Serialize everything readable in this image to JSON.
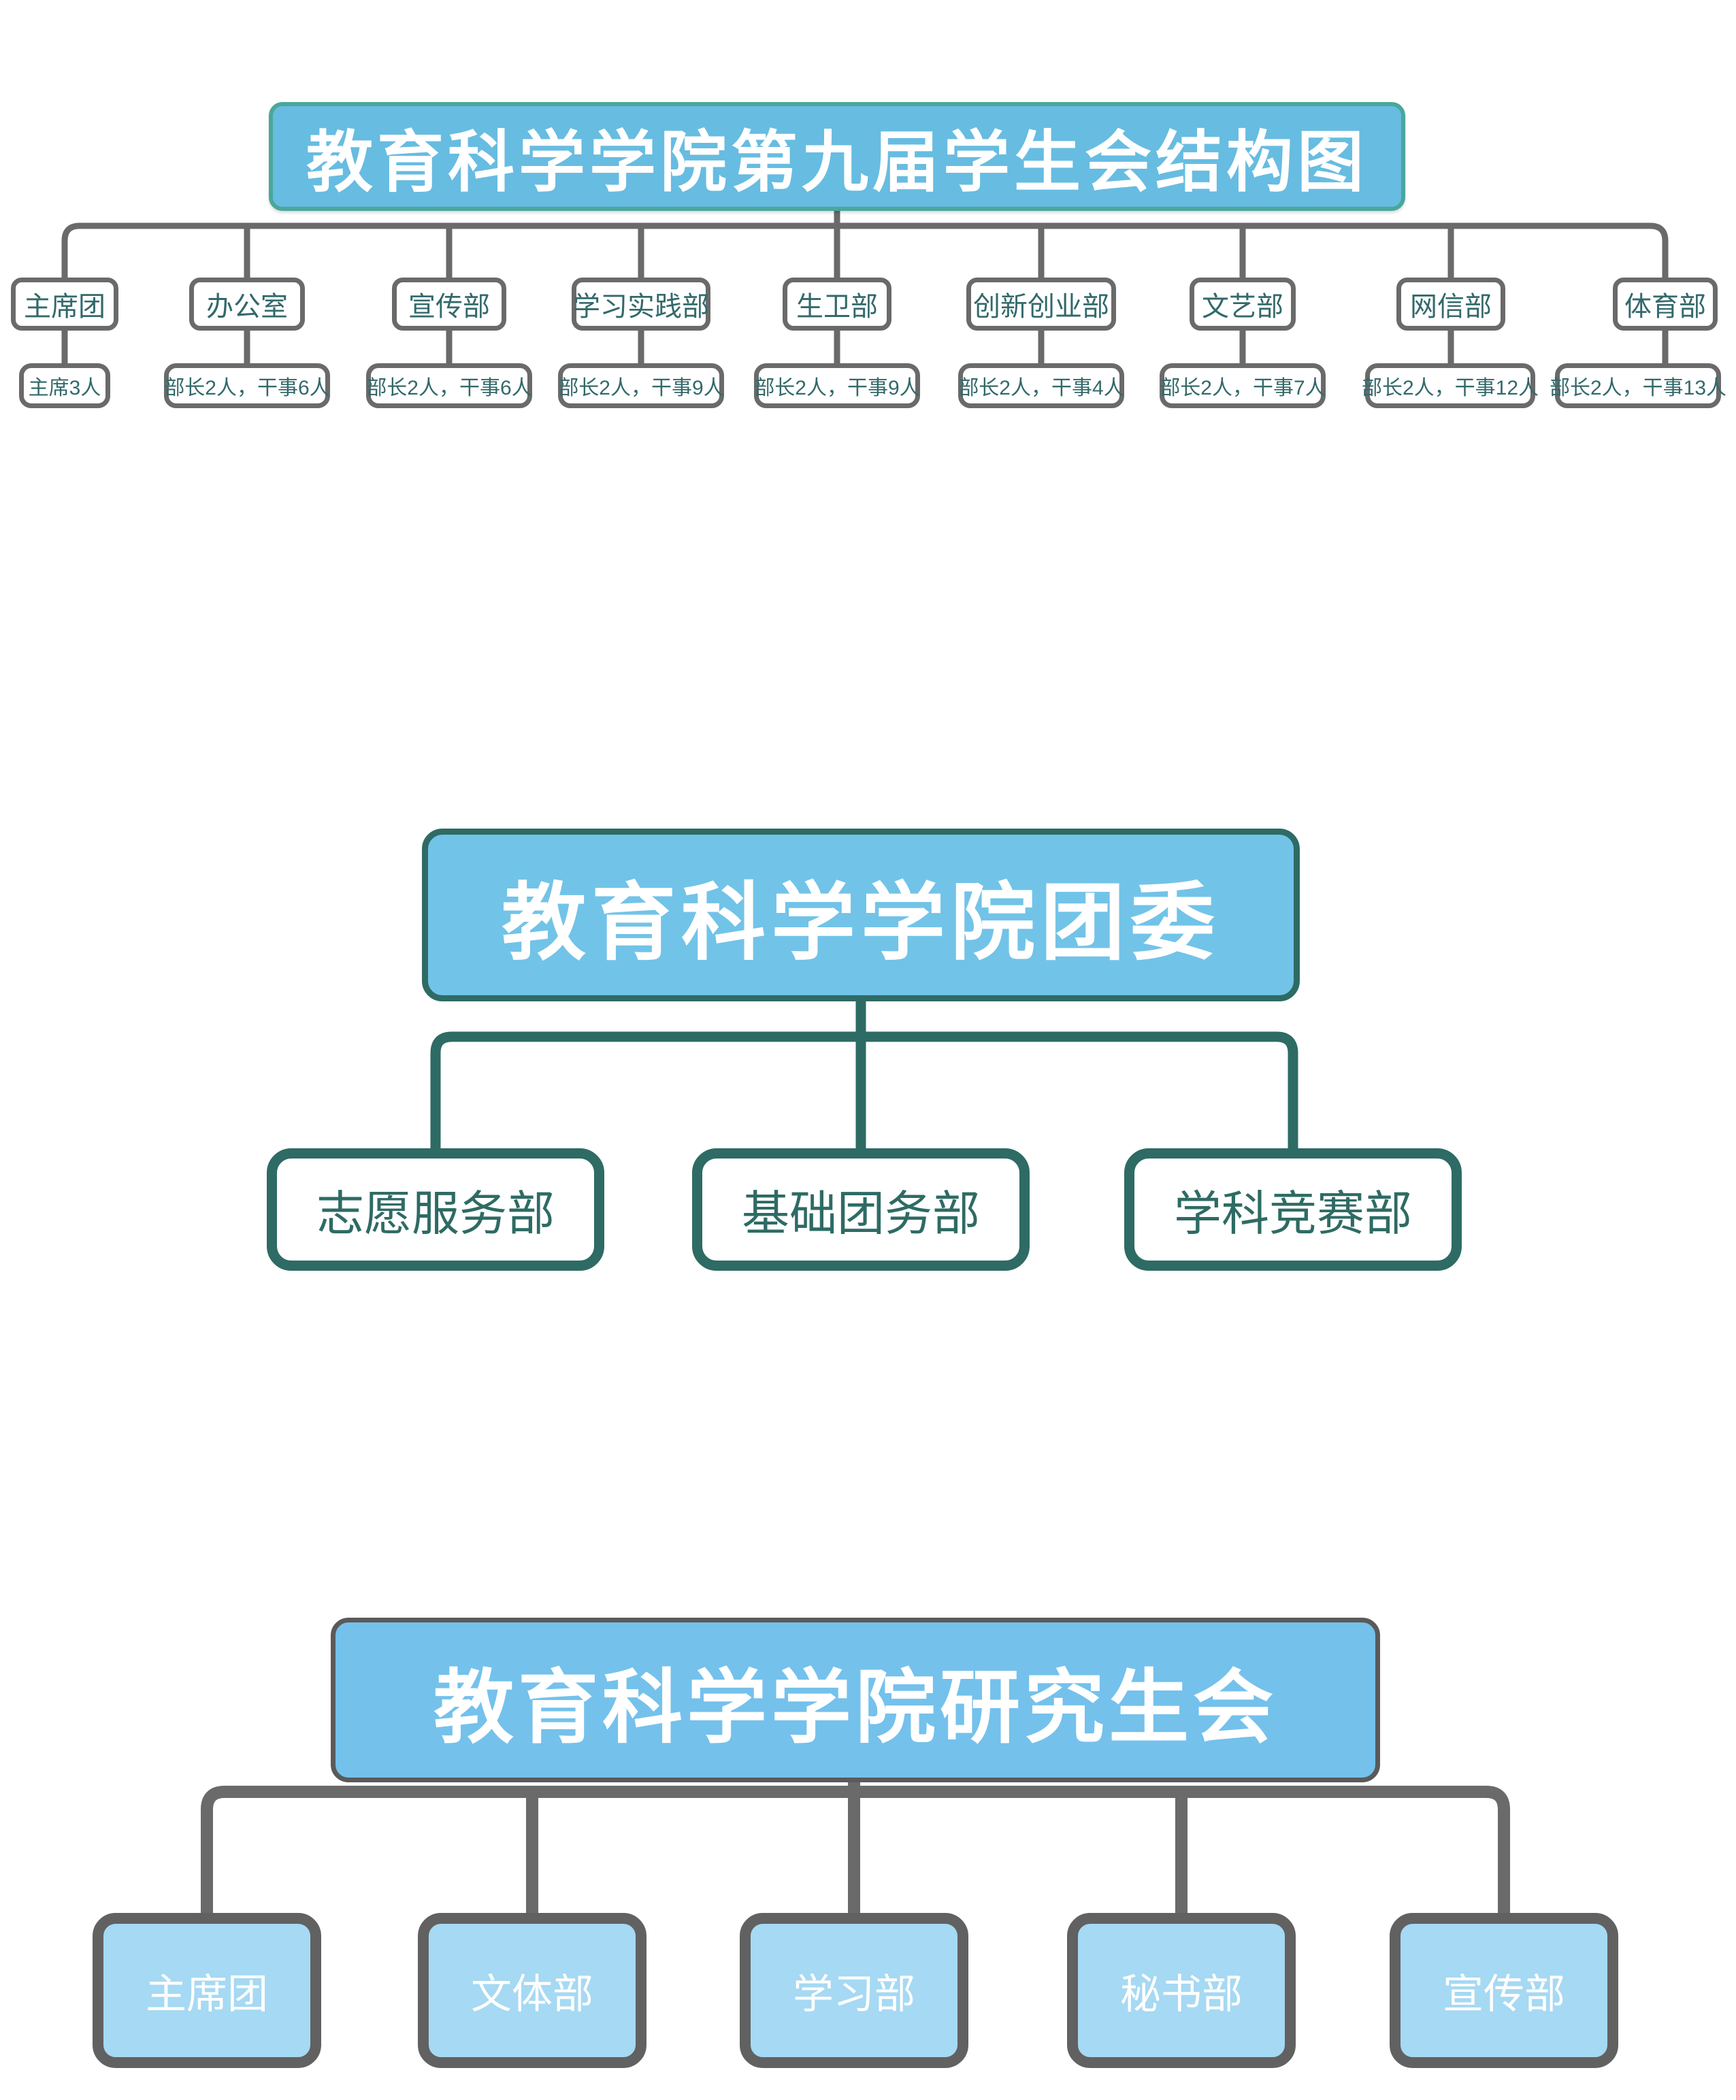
{
  "colors": {
    "title_fill_blue": "#67bce1",
    "title_fill_blue_mid": "#72c3e8",
    "title_fill_blue_bottom": "#74c1ec",
    "child_fill_light_blue": "#a6d9f3",
    "border_teal_green": "#49a79b",
    "border_dark_teal": "#2e6b64",
    "border_gray": "#6a6a6a",
    "text_white": "#ffffff",
    "text_teal": "#33696b"
  },
  "student_union": {
    "title": "教育科学学院第九届学生会结构图",
    "departments": [
      {
        "label": "主席团",
        "staff": "主席3人"
      },
      {
        "label": "办公室",
        "staff": "部长2人，干事6人"
      },
      {
        "label": "宣传部",
        "staff": "部长2人，干事6人"
      },
      {
        "label": "学习实践部",
        "staff": "部长2人，干事9人"
      },
      {
        "label": "生卫部",
        "staff": "部长2人，干事9人"
      },
      {
        "label": "创新创业部",
        "staff": "部长2人，干事4人"
      },
      {
        "label": "文艺部",
        "staff": "部长2人，干事7人"
      },
      {
        "label": "网信部",
        "staff": "部长2人，干事12人"
      },
      {
        "label": "体育部",
        "staff": "部长2人，干事13人"
      }
    ]
  },
  "youth_league": {
    "title": "教育科学学院团委",
    "departments": [
      {
        "label": "志愿服务部"
      },
      {
        "label": "基础团务部"
      },
      {
        "label": "学科竞赛部"
      }
    ]
  },
  "graduate_union": {
    "title": "教育科学学院研究生会",
    "departments": [
      {
        "label": "主席团"
      },
      {
        "label": "文体部"
      },
      {
        "label": "学习部"
      },
      {
        "label": "秘书部"
      },
      {
        "label": "宣传部"
      }
    ]
  }
}
